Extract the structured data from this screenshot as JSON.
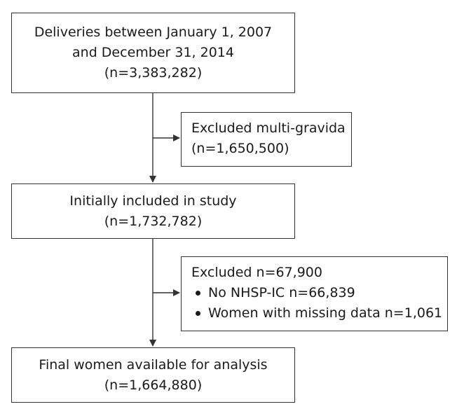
{
  "flowchart": {
    "deliveries": {
      "line1": "Deliveries between January 1, 2007",
      "line2": "and December 31, 2014",
      "count": "(n=3,383,282)"
    },
    "excluded_multigravida": {
      "label": "Excluded multi-gravida",
      "count": "(n=1,650,500)"
    },
    "initially_included": {
      "label": "Initially included in study",
      "count": "(n=1,732,782)"
    },
    "excluded_second": {
      "title": "Excluded n=67,900",
      "bullets": [
        "No NHSP-IC n=66,839",
        "Women with missing data n=1,061"
      ]
    },
    "final": {
      "label": "Final women available for analysis",
      "count": "(n=1,664,880)"
    }
  },
  "colors": {
    "border": "#333333",
    "text": "#1a1a1a",
    "background": "#ffffff"
  }
}
